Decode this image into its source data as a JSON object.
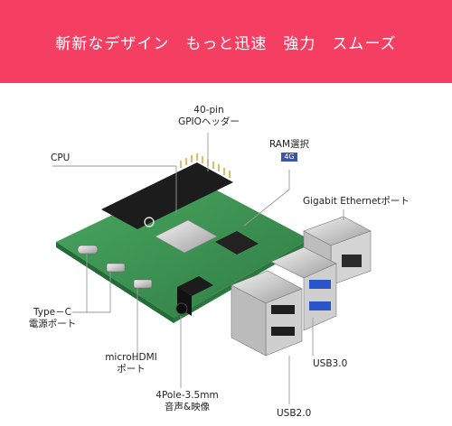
{
  "banner": {
    "title": "斬新なデザイン　もっと迅速　強力　スムーズ",
    "color": "#f43f63"
  },
  "labels": {
    "gpio": {
      "line1": "40-pin",
      "line2": "GPIOヘッダー"
    },
    "cpu": "CPU",
    "ram": {
      "text": "RAM選択",
      "badge": "4G"
    },
    "ethernet": "Gigabit Ethernetポート",
    "typec": {
      "line1": "Type－C",
      "line2": "電源ポート"
    },
    "microhdmi": {
      "line1": "microHDMI",
      "line2": "ポート"
    },
    "usb3": "USB3.0",
    "audio": {
      "line1": "4Pole-3.5mm",
      "line2": "音声&映像"
    },
    "usb2": "USB2.0"
  },
  "colors": {
    "badge": "#3c56a6",
    "board": "#3f9a55",
    "leader": "#9a9a9a"
  }
}
